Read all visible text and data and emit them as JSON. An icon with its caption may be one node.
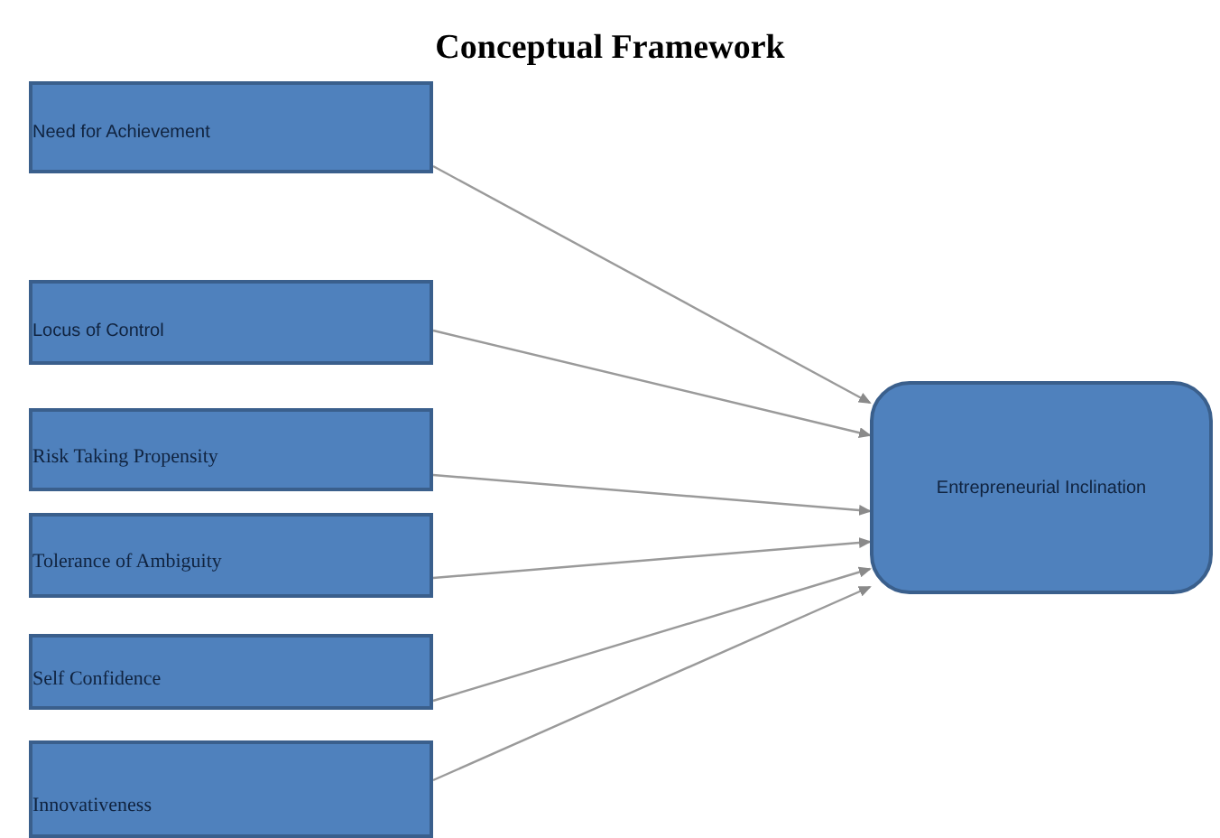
{
  "diagram": {
    "title": "Conceptual Framework",
    "nodes": [
      {
        "text": [
          "Need for Achievement"
        ]
      },
      {
        "text": [
          "Locus of Control"
        ]
      },
      {
        "text": [
          "Risk Taking Propensity"
        ]
      },
      {
        "text": [
          "Tolerance of Ambiguity"
        ]
      },
      {
        "text": [
          "Self Confidence"
        ]
      },
      {
        "text": [
          "Innovativeness"
        ]
      },
      {
        "text": [
          "Entrepreneurial Inclination"
        ]
      }
    ],
    "edges": [
      {
        "from": 0,
        "to": 6,
        "arrow": "to"
      },
      {
        "from": 1,
        "to": 6,
        "arrow": "to"
      },
      {
        "from": 2,
        "to": 6,
        "arrow": "to"
      },
      {
        "from": 3,
        "to": 6,
        "arrow": "to"
      },
      {
        "from": 4,
        "to": 6,
        "arrow": "to"
      },
      {
        "from": 5,
        "to": 6,
        "arrow": "to"
      }
    ]
  }
}
